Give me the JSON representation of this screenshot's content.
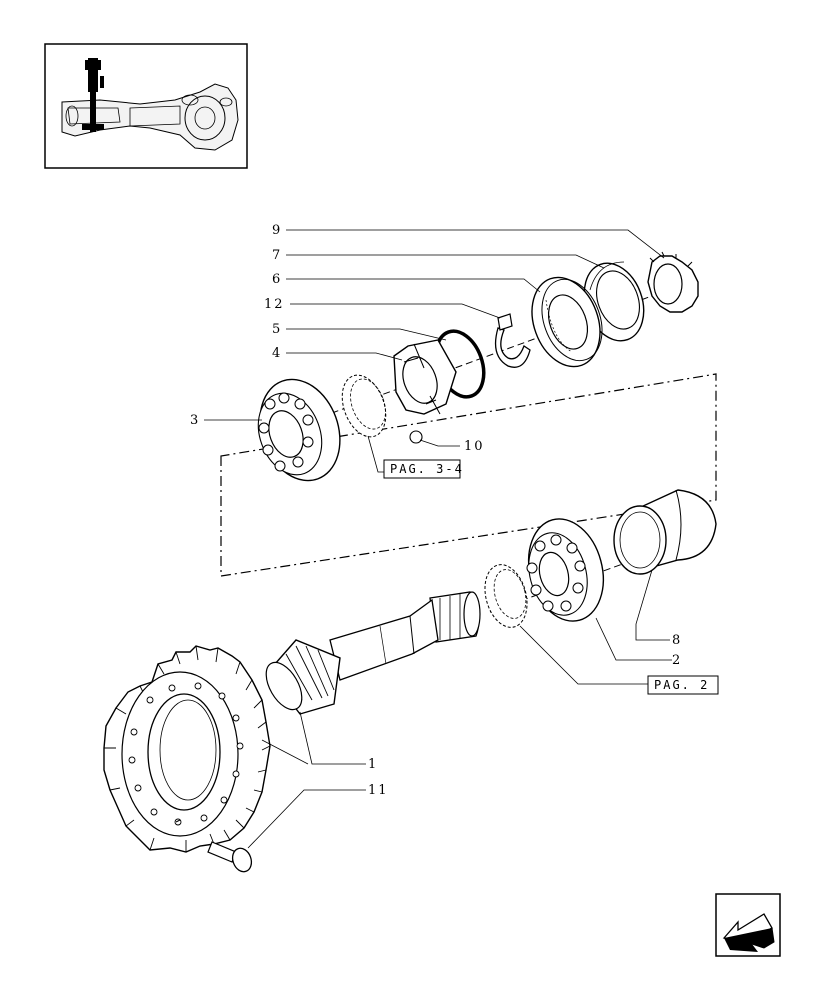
{
  "labels": {
    "p9": "9",
    "p7": "7",
    "p6": "6",
    "p12": "12",
    "p5": "5",
    "p4": "4",
    "p3": "3",
    "p10": "10",
    "p8": "8",
    "p2": "2",
    "p1": "1",
    "p11": "11"
  },
  "refs": {
    "pag_3_4": "PAG. 3-4",
    "pag_2": "PAG. 2"
  },
  "icons": {
    "thumbnail": "axle-assembly-thumbnail",
    "nav": "return-arrow-icon"
  },
  "colors": {
    "ink": "#000000",
    "paper": "#ffffff"
  }
}
